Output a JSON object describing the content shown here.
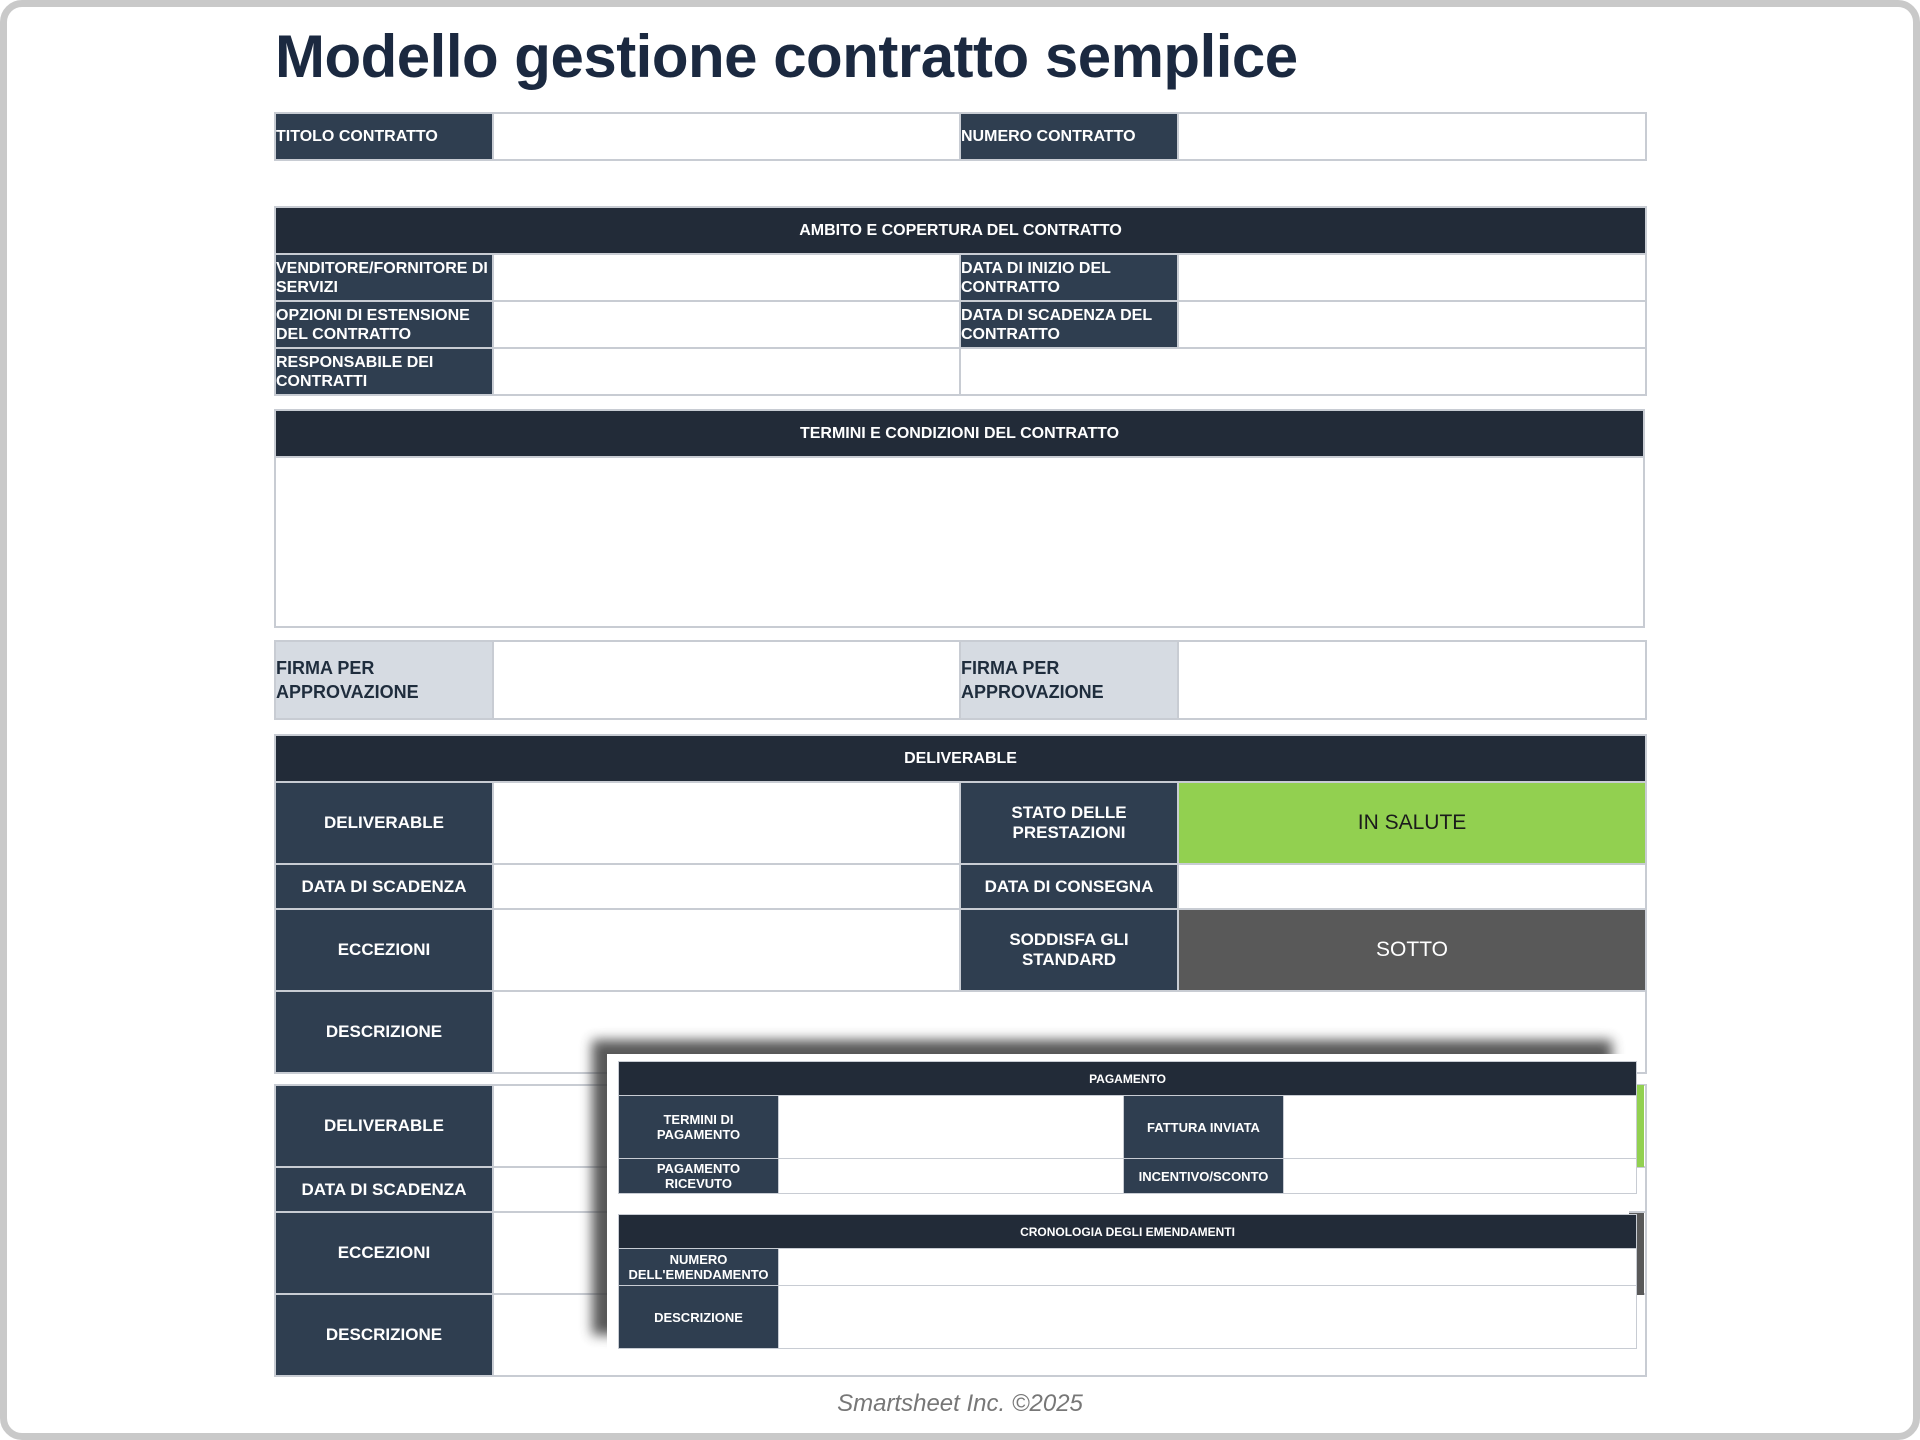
{
  "title": "Modello gestione contratto semplice",
  "header_fields": {
    "contract_title_label": "TITOLO CONTRATTO",
    "contract_number_label": "NUMERO CONTRATTO"
  },
  "scope": {
    "heading": "AMBITO E COPERTURA DEL CONTRATTO",
    "vendor_label": "VENDITORE/FORNITORE DI SERVIZI",
    "start_date_label": "DATA DI INIZIO DEL CONTRATTO",
    "extension_label": "OPZIONI DI ESTENSIONE DEL CONTRATTO",
    "expiry_label": "DATA DI SCADENZA DEL CONTRATTO",
    "manager_label": "RESPONSABILE DEI CONTRATTI"
  },
  "terms": {
    "heading": "TERMINI E CONDIZIONI DEL CONTRATTO"
  },
  "signatures": {
    "label_1": "FIRMA PER APPROVAZIONE",
    "label_2": "FIRMA PER APPROVAZIONE"
  },
  "deliverables": {
    "heading": "DELIVERABLE",
    "block_1": {
      "deliverable_label": "DELIVERABLE",
      "status_label": "STATO DELLE PRESTAZIONI",
      "status_value": "IN SALUTE",
      "due_label": "DATA DI SCADENZA",
      "delivery_label": "DATA DI CONSEGNA",
      "exceptions_label": "ECCEZIONI",
      "standards_label": "SODDISFA GLI STANDARD",
      "standards_value": "SOTTO",
      "description_label": "DESCRIZIONE"
    },
    "block_2": {
      "deliverable_label": "DELIVERABLE",
      "due_label": "DATA DI SCADENZA",
      "exceptions_label": "ECCEZIONI",
      "description_label": "DESCRIZIONE"
    }
  },
  "payment": {
    "heading": "PAGAMENTO",
    "terms_label": "TERMINI DI PAGAMENTO",
    "invoice_label": "FATTURA INVIATA",
    "received_label": "PAGAMENTO RICEVUTO",
    "incentive_label": "INCENTIVO/SCONTO"
  },
  "amendments": {
    "heading": "CRONOLOGIA DEGLI EMENDAMENTI",
    "number_label": "NUMERO DELL'EMENDAMENTO",
    "description_label": "DESCRIZIONE"
  },
  "footer": "Smartsheet Inc. ©2025",
  "colors": {
    "label_bg": "#2f3e50",
    "header_bg": "#222b38",
    "healthy_green": "#92d050",
    "below_grey": "#595959",
    "light_label_bg": "#d6dbe2"
  }
}
